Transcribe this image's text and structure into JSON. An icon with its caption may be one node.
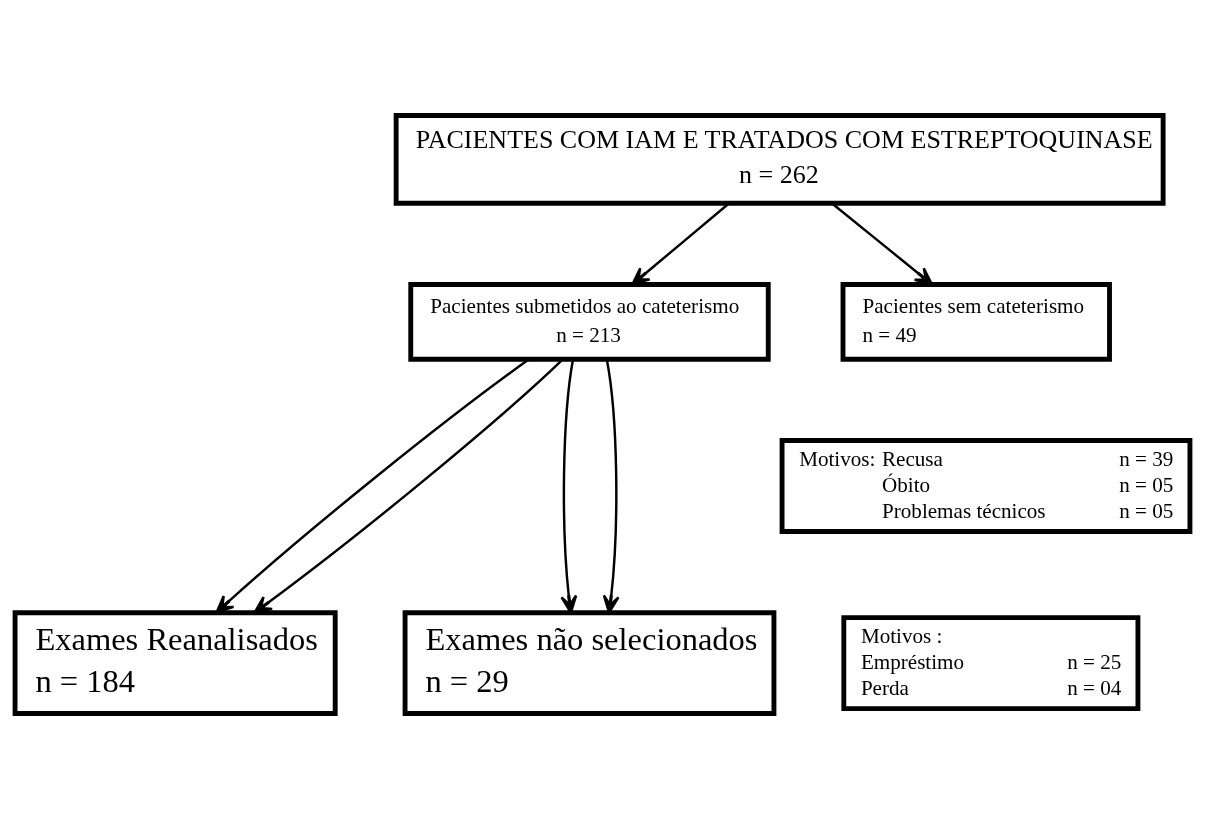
{
  "diagram": {
    "nodes": [
      {
        "text": [
          "PACIENTES COM IAM E TRATADOS COM ESTREPTOQUINASE",
          "n = 262"
        ]
      },
      {
        "text": [
          "Pacientes submetidos ao cateterismo",
          "n = 213"
        ]
      },
      {
        "text": [
          "Pacientes sem cateterismo",
          "n = 49"
        ]
      },
      {
        "text": [
          "Motivos:",
          "Recusa",
          "n = 39",
          "Óbito",
          "n = 05",
          "Problemas técnicos",
          "n = 05"
        ]
      },
      {
        "text": [
          "Exames Reanalisados",
          "n = 184"
        ]
      },
      {
        "text": [
          "Exames não selecionados",
          "n = 29"
        ]
      },
      {
        "text": [
          "Motivos :",
          "Empréstimo",
          "n = 25",
          "Perda",
          "n = 04"
        ]
      }
    ],
    "edges": [
      {
        "from": 0,
        "to": 1,
        "arrow": "to"
      },
      {
        "from": 0,
        "to": 2,
        "arrow": "to"
      },
      {
        "from": 1,
        "to": 4,
        "arrow": "to"
      },
      {
        "from": 1,
        "to": 5,
        "arrow": "to"
      },
      {
        "from": 1,
        "to": 4,
        "arrow": "to"
      },
      {
        "from": 1,
        "to": 5,
        "arrow": "to"
      }
    ]
  }
}
